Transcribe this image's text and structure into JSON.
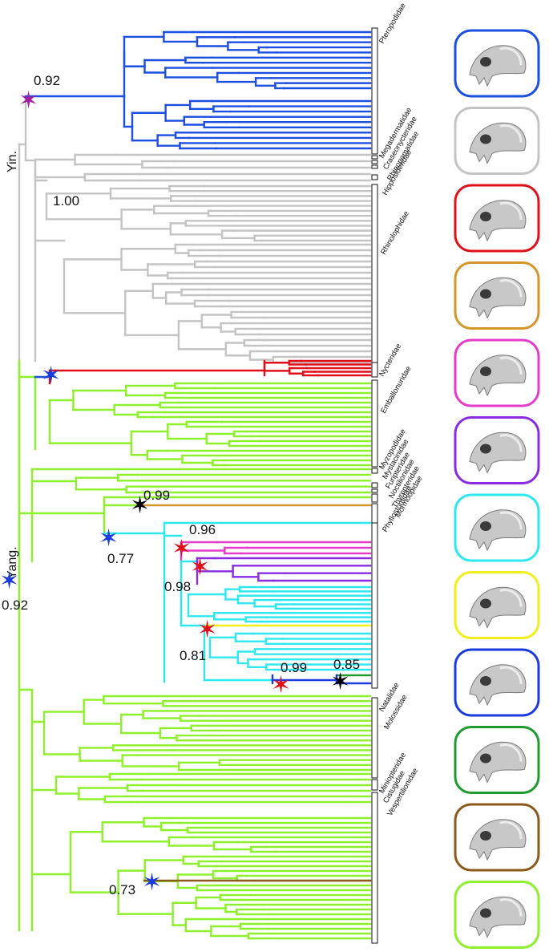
{
  "lineage_labels": {
    "yinpterochiroptera": "Yin.",
    "yangochiroptera": "Yang."
  },
  "families": [
    {
      "name": "Pteropodidae"
    },
    {
      "name": "Megadermatidae"
    },
    {
      "name": "Craseonycteridae"
    },
    {
      "name": "Rhinopomatidae"
    },
    {
      "name": "Hipposideridae"
    },
    {
      "name": "Rhinolophidae"
    },
    {
      "name": "Nycteridae"
    },
    {
      "name": "Emballonuridae"
    },
    {
      "name": "Myzopodidae"
    },
    {
      "name": "Mystacinidae"
    },
    {
      "name": "Furipteridae"
    },
    {
      "name": "Noctilionidae"
    },
    {
      "name": "Thyropteridae"
    },
    {
      "name": "Mormoopidae"
    },
    {
      "name": "Phyllostomidae"
    },
    {
      "name": "Natalidae"
    },
    {
      "name": "Molossidae"
    },
    {
      "name": "Miniopteridae"
    },
    {
      "name": "Cistugidae"
    },
    {
      "name": "Vespertilionidae"
    }
  ],
  "shift_nodes": [
    {
      "support": "0.92",
      "color": "#a020a0"
    },
    {
      "support": "1.00",
      "color": "#1a3be0"
    },
    {
      "support": "0.92",
      "color": "#1a3be0"
    },
    {
      "support": "0.99",
      "color": "#000000"
    },
    {
      "support": "0.77",
      "color": "#1a3be0"
    },
    {
      "support": "0.96",
      "color": "#e0101a"
    },
    {
      "support": "0.98",
      "color": "#e0101a"
    },
    {
      "support": "0.81",
      "color": "#e0101a"
    },
    {
      "support": "0.99",
      "color": "#e0101a"
    },
    {
      "support": "0.85",
      "color": "#000000"
    },
    {
      "support": "0.73",
      "color": "#1a3be0"
    }
  ],
  "regime_colors": {
    "blue": "#1a4fe0",
    "gray": "#c4c4c4",
    "red": "#e0101a",
    "orange": "#d4962a",
    "magenta": "#e43cc8",
    "purple": "#8a2be2",
    "cyan": "#2ee8f0",
    "yellow": "#f2ee1a",
    "darkblue": "#1a3be0",
    "green": "#1e9a2e",
    "brown": "#8b5a1a",
    "lime": "#8ef02a"
  },
  "skull_panels": [
    {
      "icon": "skull-icon",
      "frame": "#1a4fe0"
    },
    {
      "icon": "skull-icon",
      "frame": "#c4c4c4"
    },
    {
      "icon": "skull-icon",
      "frame": "#e0101a"
    },
    {
      "icon": "skull-icon",
      "frame": "#d4962a"
    },
    {
      "icon": "skull-icon",
      "frame": "#e43cc8"
    },
    {
      "icon": "skull-icon",
      "frame": "#8a2be2"
    },
    {
      "icon": "skull-icon",
      "frame": "#2ee8f0"
    },
    {
      "icon": "skull-icon",
      "frame": "#f2ee1a"
    },
    {
      "icon": "skull-icon",
      "frame": "#1a3be0"
    },
    {
      "icon": "skull-icon",
      "frame": "#1e9a2e"
    },
    {
      "icon": "skull-icon",
      "frame": "#8b5a1a"
    },
    {
      "icon": "skull-icon",
      "frame": "#8ef02a"
    }
  ]
}
